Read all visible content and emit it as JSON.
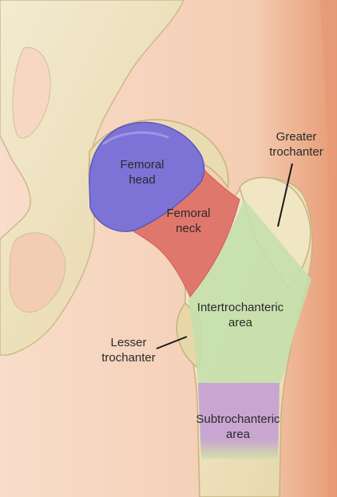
{
  "labels": {
    "femoral_head": [
      "Femoral",
      "head"
    ],
    "femoral_neck": [
      "Femoral",
      "neck"
    ],
    "greater_trochanter": [
      "Greater",
      "trochanter"
    ],
    "intertrochanteric": [
      "Intertrochanteric",
      "area"
    ],
    "lesser_trochanter": [
      "Lesser",
      "trochanter"
    ],
    "subtrochanteric": [
      "Subtrochanteric",
      "area"
    ]
  },
  "colors": {
    "background_skin": "#f5d3bc",
    "skin_edge": "#e9a27c",
    "bone": "#efe3bd",
    "bone_shadow": "#d9c89a",
    "head": "#7d73d6",
    "neck": "#e0776c",
    "intertrochanteric": "#c4dfac",
    "subtrochanteric": "#c7a3d2",
    "leader_line": "#1a1a1a"
  }
}
